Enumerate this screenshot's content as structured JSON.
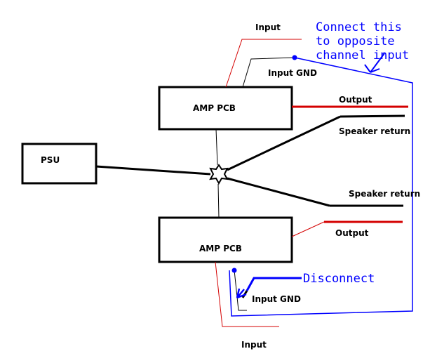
{
  "colors": {
    "wire": "#000000",
    "signal": "#d40000",
    "annotation": "#0000ff",
    "background": "#ffffff"
  },
  "blocks": {
    "psu": "PSU",
    "amp_top": "AMP PCB",
    "amp_bottom": "AMP PCB"
  },
  "labels": {
    "input_top": "Input",
    "input_gnd_top": "Input GND",
    "output_top": "Output",
    "speaker_return_top": "Speaker return",
    "speaker_return_bottom": "Speaker return",
    "output_bottom": "Output",
    "input_gnd_bottom": "Input GND",
    "input_bottom": "Input"
  },
  "annotations": {
    "connect_line1": "Connect this",
    "connect_line2": "to opposite",
    "connect_line3": "channel input",
    "disconnect": "Disconnect"
  },
  "icons": {
    "star_ground": "star-ground-icon"
  }
}
